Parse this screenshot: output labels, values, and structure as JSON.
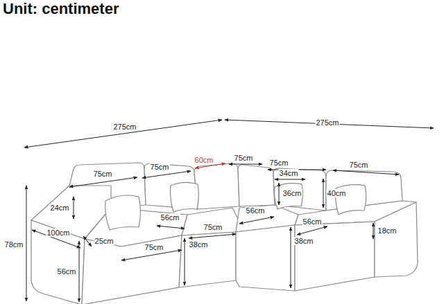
{
  "diagram": {
    "title": "Unit: centimeter",
    "labels": [
      "275cm",
      "275cm",
      "75cm",
      "75cm",
      "60cm",
      "75cm",
      "75cm",
      "75cm",
      "34cm",
      "36cm",
      "40cm",
      "24cm",
      "56cm",
      "75cm",
      "56cm",
      "56cm",
      "18cm",
      "100cm",
      "25cm",
      "75cm",
      "38cm",
      "38cm",
      "78cm",
      "56cm"
    ]
  }
}
